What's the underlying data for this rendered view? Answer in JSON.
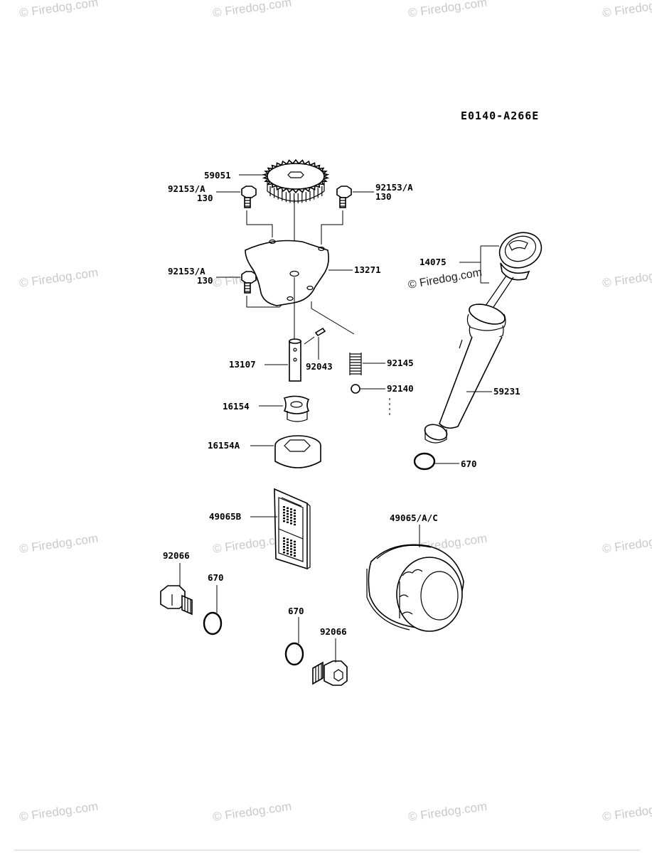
{
  "diagram_code": "E0140-A266E",
  "watermark": "© Firedog.com",
  "labels": {
    "p59051": "59051",
    "p92153a_top_left": "92153/A",
    "p130_top_left": "130",
    "p92153a_top_right": "92153/A",
    "p130_top_right": "130",
    "p92153a_mid": "92153/A",
    "p130_mid": "130",
    "p13271": "13271",
    "p14075": "14075",
    "p13107": "13107",
    "p92043": "92043",
    "p92145": "92145",
    "p92140": "92140",
    "p59231": "59231",
    "p16154": "16154",
    "p16154a": "16154A",
    "p670_right": "670",
    "p49065b": "49065B",
    "p49065ac": "49065/A/C",
    "p92066_left": "92066",
    "p670_left": "670",
    "p670_center": "670",
    "p92066_center": "92066"
  }
}
